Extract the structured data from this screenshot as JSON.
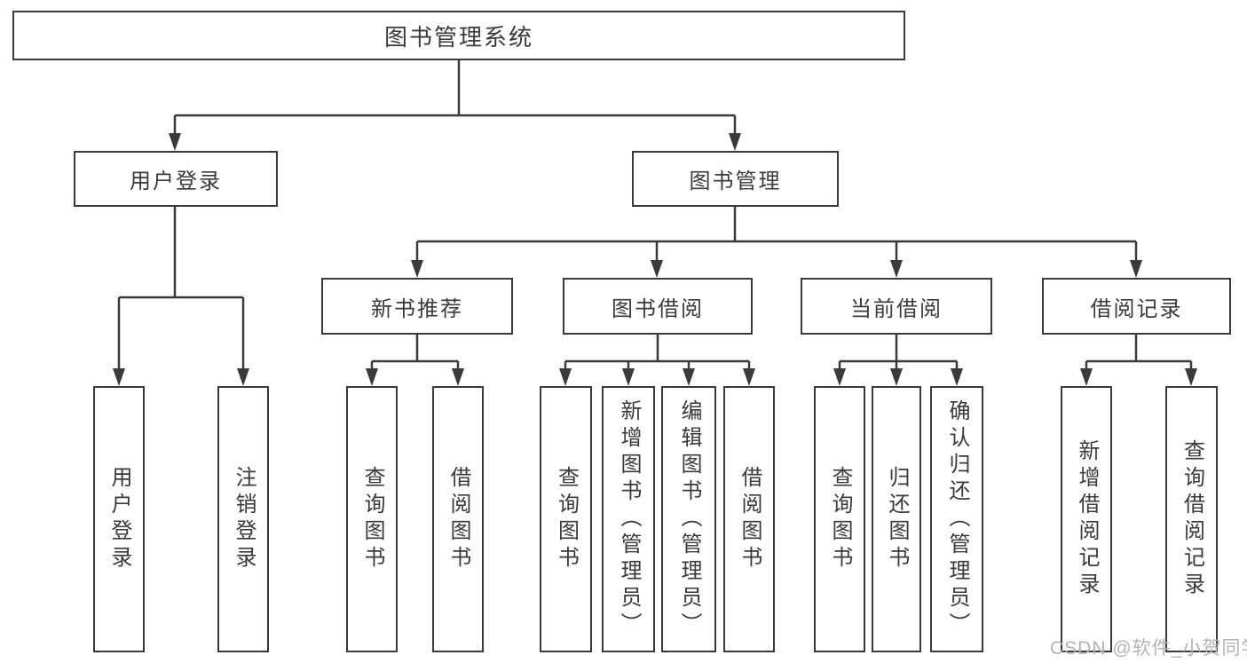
{
  "diagram": {
    "root": {
      "label": "图书管理系统"
    },
    "level2": [
      {
        "label": "用户登录"
      },
      {
        "label": "图书管理"
      }
    ],
    "level3": [
      {
        "label": "新书推荐"
      },
      {
        "label": "图书借阅"
      },
      {
        "label": "当前借阅"
      },
      {
        "label": "借阅记录"
      }
    ],
    "leaves": [
      {
        "label": "用户登录"
      },
      {
        "label": "注销登录"
      },
      {
        "label": "查询图书"
      },
      {
        "label": "借阅图书"
      },
      {
        "label": "查询图书"
      },
      {
        "label": "新增图书（管理员）"
      },
      {
        "label": "编辑图书（管理员）"
      },
      {
        "label": "借阅图书"
      },
      {
        "label": "查询图书"
      },
      {
        "label": "归还图书"
      },
      {
        "label": "确认归还（管理员）"
      },
      {
        "label": "新增借阅记录"
      },
      {
        "label": "查询借阅记录"
      }
    ]
  },
  "watermark": {
    "text": "CSDN @软件_小贺同学"
  },
  "colors": {
    "line": "#3a3a3a",
    "text": "#3a3a3a",
    "watermark": "#b3b3b3",
    "background": "#ffffff"
  }
}
